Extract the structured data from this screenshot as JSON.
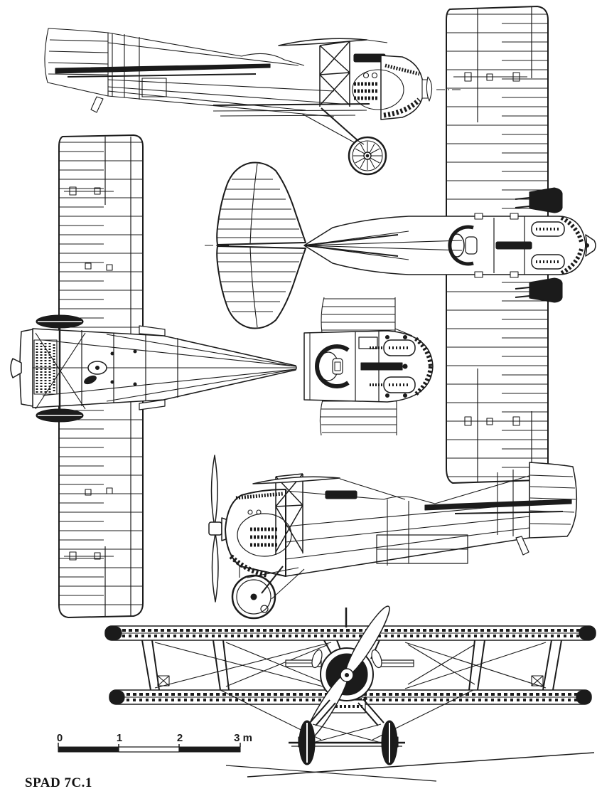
{
  "page": {
    "background": "#ffffff",
    "ink_color": "#1b1b1b"
  },
  "caption": {
    "text": "SPAD 7C.1"
  },
  "scale_bar": {
    "labels": [
      "0",
      "1",
      "2",
      "3 m"
    ],
    "unit": "m"
  }
}
